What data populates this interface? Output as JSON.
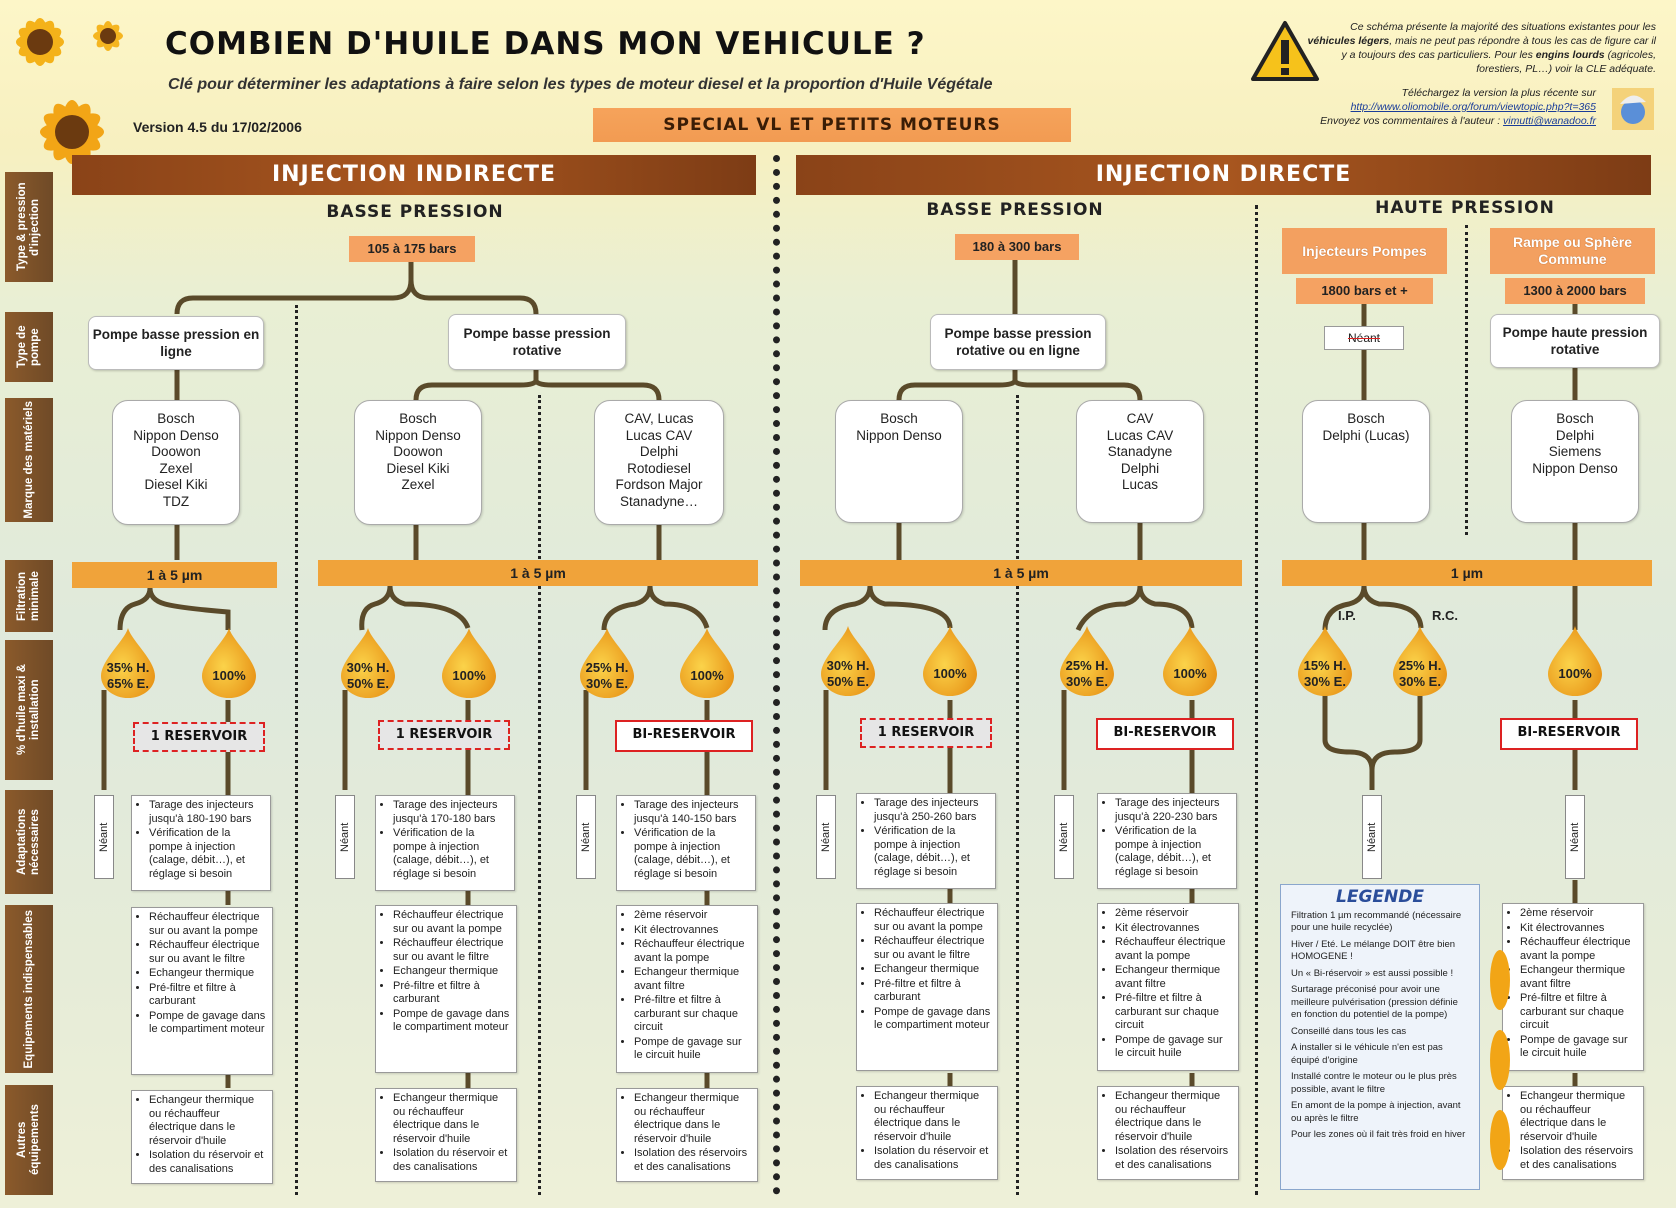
{
  "header": {
    "title": "COMBIEN D'HUILE DANS MON VEHICULE ?",
    "subtitle": "Clé pour déterminer les adaptations à faire selon les types de moteur diesel et la proportion d'Huile Végétale",
    "version": "Version 4.5 du 17/02/2006",
    "special": "SPECIAL VL ET PETITS MOTEURS",
    "info_line1": "Ce schéma présente la majorité des situations existantes pour les",
    "info_bold1": "véhicules légers",
    "info_line2": ", mais ne peut pas répondre à tous les cas de figure car il y a toujours des cas particuliers. Pour les",
    "info_bold2": "engins lourds",
    "info_line3": "(agricoles, forestiers, PL…) voir la CLE adéquate.",
    "download": "Téléchargez la version la plus récente sur",
    "url": "http://www.oliomobile.org/forum/viewtopic.php?t=365",
    "contact": "Envoyez vos commentaires à l'auteur :",
    "email": "vimutti@wanadoo.fr",
    "colors": {
      "band": "#8a4318",
      "pressure": "#f5a262",
      "filter": "#f0a33a",
      "reservoir_border": "#dd2222",
      "legend_title": "#2a4d9a"
    }
  },
  "side_labels": [
    "Type & pression d'injection",
    "Type de pompe",
    "Marque des matériels",
    "Filtration minimale",
    "% d'huile maxi & installation",
    "Adaptations nécessaires",
    "Equipements indispensables",
    "Autres équipements"
  ],
  "sections": {
    "indirect": "INJECTION INDIRECTE",
    "direct": "INJECTION DIRECTE",
    "bp1": "BASSE PRESSION",
    "bp2": "BASSE PRESSION",
    "hp": "HAUTE PRESSION",
    "press1": "105 à 175 bars",
    "press2": "180 à 300 bars",
    "hp_ip": "Injecteurs Pompes",
    "hp_rc": "Rampe ou Sphère Commune",
    "press_ip": "1800 bars et +",
    "press_rc": "1300 à 2000 bars"
  },
  "pumps": {
    "p1": "Pompe basse pression en ligne",
    "p2": "Pompe basse pression rotative",
    "p3": "Pompe basse pression rotative ou en ligne",
    "p4": "Néant",
    "p5": "Pompe haute pression rotative"
  },
  "brands": {
    "b1": [
      "Bosch",
      "Nippon Denso",
      "Doowon",
      "Zexel",
      "Diesel Kiki",
      "TDZ"
    ],
    "b2": [
      "Bosch",
      "Nippon Denso",
      "Doowon",
      "Diesel Kiki",
      "Zexel"
    ],
    "b3": [
      "CAV, Lucas",
      "Lucas CAV",
      "Delphi",
      "Rotodiesel",
      "Fordson Major",
      "Stanadyne…"
    ],
    "b4": [
      "Bosch",
      "Nippon Denso"
    ],
    "b5": [
      "CAV",
      "Lucas CAV",
      "Stanadyne",
      "Delphi",
      "Lucas"
    ],
    "b6": [
      "Bosch",
      "Delphi (Lucas)"
    ],
    "b7": [
      "Bosch",
      "Delphi",
      "Siemens",
      "Nippon Denso"
    ]
  },
  "filters": {
    "f1": "1 à 5 µm",
    "f2": "1 à 5 µm",
    "f3": "1 à 5 µm",
    "f4": "1 µm"
  },
  "drops": {
    "d1a": [
      "35% H.",
      "65% E."
    ],
    "d1b": [
      "100%"
    ],
    "d2a": [
      "30% H.",
      "50% E."
    ],
    "d2b": [
      "100%"
    ],
    "d3a": [
      "25% H.",
      "30% E."
    ],
    "d3b": [
      "100%"
    ],
    "d4a": [
      "30% H.",
      "50% E."
    ],
    "d4b": [
      "100%"
    ],
    "d5a": [
      "25% H.",
      "30% E."
    ],
    "d5b": [
      "100%"
    ],
    "d6a": [
      "15% H.",
      "30% E."
    ],
    "d6b": [
      "25% H.",
      "30% E."
    ],
    "d7": [
      "100%"
    ],
    "ip": "I.P.",
    "rc": "R.C."
  },
  "reservoirs": {
    "r1": "1 RESERVOIR",
    "r2": "1 RESERVOIR",
    "r3": "BI-RESERVOIR",
    "r4": "1 RESERVOIR",
    "r5": "BI-RESERVOIR",
    "r6": "BI-RESERVOIR"
  },
  "neant": "Néant",
  "adapt": {
    "a1": [
      "Tarage des injecteurs jusqu'à 180-190 bars",
      "Vérification de la pompe à injection (calage, débit…), et réglage si besoin"
    ],
    "a2": [
      "Tarage des injecteurs jusqu'à 170-180 bars",
      "Vérification de la pompe à injection (calage, débit…), et réglage si besoin"
    ],
    "a3": [
      "Tarage des injecteurs jusqu'à 140-150 bars",
      "Vérification de la pompe à injection (calage, débit…), et réglage si besoin"
    ],
    "a4": [
      "Tarage des injecteurs jusqu'à 250-260 bars",
      "Vérification de la pompe à injection (calage, débit…), et réglage si besoin"
    ],
    "a5": [
      "Tarage des injecteurs jusqu'à 220-230 bars",
      "Vérification de la pompe à injection (calage, débit…), et réglage si besoin"
    ]
  },
  "equip": {
    "e1": [
      "Réchauffeur électrique sur ou avant la pompe",
      "Réchauffeur électrique sur ou avant le filtre",
      "Echangeur thermique",
      "Pré-filtre et filtre à carburant",
      "Pompe de gavage dans le compartiment moteur"
    ],
    "e2": [
      "Réchauffeur électrique sur ou avant la pompe",
      "Réchauffeur électrique sur ou avant le filtre",
      "Echangeur thermique",
      "Pré-filtre et filtre à carburant",
      "Pompe de gavage dans le compartiment moteur"
    ],
    "e3": [
      "2ème réservoir",
      "Kit électrovannes",
      "Réchauffeur électrique avant la pompe",
      "Echangeur thermique avant filtre",
      "Pré-filtre et filtre à carburant sur chaque circuit",
      "Pompe de gavage sur le circuit huile"
    ],
    "e4": [
      "Réchauffeur électrique sur ou avant la pompe",
      "Réchauffeur électrique sur ou avant le filtre",
      "Echangeur thermique",
      "Pré-filtre et filtre à carburant",
      "Pompe de gavage dans le compartiment moteur"
    ],
    "e5": [
      "2ème réservoir",
      "Kit électrovannes",
      "Réchauffeur électrique avant la pompe",
      "Echangeur thermique avant filtre",
      "Pré-filtre et filtre à carburant sur chaque circuit",
      "Pompe de gavage sur le circuit huile"
    ],
    "e6": [
      "2ème réservoir",
      "Kit électrovannes",
      "Réchauffeur électrique avant la pompe",
      "Echangeur thermique avant filtre",
      "Pré-filtre et filtre à carburant sur chaque circuit",
      "Pompe de gavage sur le circuit huile"
    ]
  },
  "other": {
    "o1": [
      "Echangeur thermique ou réchauffeur électrique dans le réservoir d'huile",
      "Isolation du réservoir et des canalisations"
    ],
    "o2": [
      "Echangeur thermique ou réchauffeur électrique dans le réservoir d'huile",
      "Isolation du réservoir et des canalisations"
    ],
    "o3": [
      "Echangeur thermique ou réchauffeur électrique dans le réservoir d'huile",
      "Isolation des réservoirs et des canalisations"
    ],
    "o4": [
      "Echangeur thermique ou réchauffeur électrique dans le réservoir d'huile",
      "Isolation du réservoir et des canalisations"
    ],
    "o5": [
      "Echangeur thermique ou réchauffeur électrique dans le réservoir d'huile",
      "Isolation des réservoirs et des canalisations"
    ],
    "o6": [
      "Echangeur thermique ou réchauffeur électrique dans le réservoir d'huile",
      "Isolation des réservoirs et des canalisations"
    ]
  },
  "legend": {
    "title": "LEGENDE",
    "items": [
      "Filtration 1 µm recommandé (nécessaire pour une huile recyclée)",
      "Hiver / Eté. Le mélange DOIT être bien HOMOGENE !",
      "Un « Bi-réservoir » est aussi possible !",
      "Surtarage préconisé pour avoir une meilleure pulvérisation (pression définie en fonction du potentiel de la pompe)",
      "Conseillé dans tous les cas",
      "A installer si le véhicule n'en est pas équipé d'origine",
      "Installé contre le moteur ou le plus près possible, avant le filtre",
      "En amont de la pompe à injection, avant ou après le filtre",
      "Pour les zones où il fait très froid en hiver"
    ]
  }
}
